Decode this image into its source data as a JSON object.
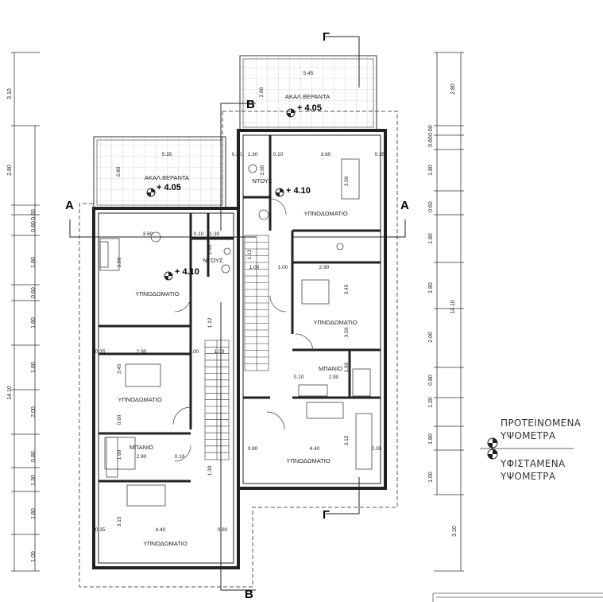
{
  "section_marks": {
    "a_left": "A",
    "a_right": "A",
    "b_top": "B",
    "b_bottom": "B",
    "g_top": "Γ",
    "g_bottom": "Γ"
  },
  "rooms": {
    "veranda_left": "ΑΚΑΛ.ΒΕΡΑΝΤΑ",
    "veranda_right": "ΑΚΑΛ.ΒΕΡΑΝΤΑ",
    "bedroom_1": "ΥΠΝΟΔΩΜΑΤΙΟ",
    "bedroom_2": "ΥΠΝΟΔΩΜΑΤΙΟ",
    "bedroom_3": "ΥΠΝΟΔΩΜΑΤΙΟ",
    "bedroom_4": "ΥΠΝΟΔΩΜΑΤΙΟ",
    "bedroom_5": "ΥΠΝΟΔΩΜΑΤΙΟ",
    "bedroom_6": "ΥΠΝΟΔΩΜΑΤΙΟ",
    "shower_left": "ΝΤΟΥΣ",
    "shower_right": "ΝΤΟΥΣ",
    "bath_left": "ΜΠΑΝΙΟ",
    "bath_right": "ΜΠΑΝΙΟ"
  },
  "levels": {
    "veranda_left": "+ 4.05",
    "veranda_right": "+ 4.05",
    "bedroom_left": "+ 4.10",
    "bedroom_right": "+ 4.10"
  },
  "left_dims": [
    "3.10",
    "2.80",
    "0.60",
    "0.80",
    "1.80",
    "0.60",
    "1.80",
    "1.60",
    "2.00",
    "0.80",
    "1.30",
    "1.80",
    "1.00",
    "14.10"
  ],
  "right_dims": [
    "2.80",
    "0.60",
    "0.60",
    "1.80",
    "0.60",
    "1.80",
    "1.80",
    "2.00",
    "0.80",
    "1.30",
    "1.80",
    "1.00",
    "14.10",
    "3.10"
  ],
  "inner_dims": {
    "d_545": "5.45",
    "d_535": "5.35",
    "d_280_vr": "2.80",
    "d_280_vl": "2.80",
    "d_360_r": "3.60",
    "d_360_l": "3.60",
    "d_350_r": "3.50",
    "d_350_l": "3.50",
    "d_290_a": "2.90",
    "d_290_b": "2.90",
    "d_290_c": "2.90",
    "d_290_d": "2.90",
    "d_345_a": "3.45",
    "d_345_b": "3.45",
    "d_440_a": "4.40",
    "d_440_b": "4.40",
    "d_315_a": "3.15",
    "d_315_b": "3.15",
    "d_100_a": "1.00",
    "d_100_b": "1.00",
    "d_100_c": "1.00",
    "d_100_d": "1.00",
    "d_112_a": "1.12",
    "d_112_b": "1.12",
    "d_130_a": "1.30",
    "d_130_b": "1.30",
    "d_260_a": "2.60",
    "d_260_b": "2.60",
    "d_080_a": "0.80",
    "d_080_b": "0.80",
    "d_160": "1.60",
    "d_060": "0.60",
    "d_035_a": "0.35",
    "d_035_b": "0.35",
    "d_035_c": "0.35",
    "d_035_d": "0.35",
    "d_010_a": "0.10",
    "d_010_b": "0.10",
    "d_010_c": "0.10",
    "d_010_d": "0.10",
    "d_030": "0.30",
    "d_130_c": "1.30",
    "d_180": "1.80",
    "d_350_c": "3.50"
  },
  "legend": {
    "proposed_line1": "ΠΡΟΤΕΙΝΟΜΕΝΑ",
    "proposed_line2": "ΥΨΟΜΕΤΡΑ",
    "existing_line1": "ΥΦΙΣΤΑΜΕΝΑ",
    "existing_line2": "ΥΨΟΜΕΤΡΑ"
  },
  "colors": {
    "line": "#222222",
    "dashed": "#555555",
    "grid": "#9a9a9a",
    "legend_text": "#333333"
  }
}
